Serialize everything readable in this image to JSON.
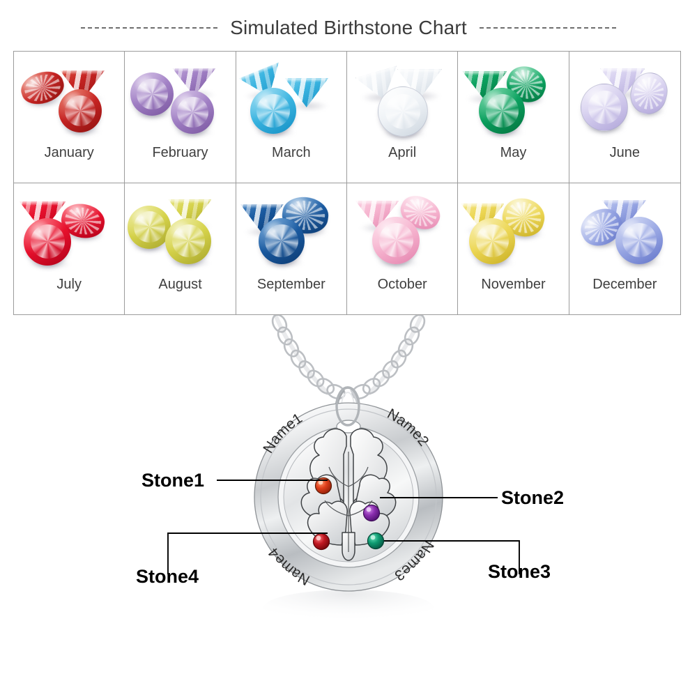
{
  "header": {
    "title": "Simulated Birthstone Chart",
    "rule_left": "dashed-rule-left",
    "rule_right": "dashed-rule-right"
  },
  "chart_data": {
    "type": "table",
    "title": "Simulated Birthstone Chart",
    "columns": 6,
    "rows": 2,
    "categories": [
      "January",
      "February",
      "March",
      "April",
      "May",
      "June",
      "July",
      "August",
      "September",
      "October",
      "November",
      "December"
    ],
    "months": [
      {
        "label": "January",
        "color": "#c52322",
        "color_dark": "#8f1210",
        "color_light": "#e8644d",
        "gems": 3
      },
      {
        "label": "February",
        "color": "#a07fc4",
        "color_dark": "#7a569f",
        "color_light": "#cdb6e3",
        "gems": 3
      },
      {
        "label": "March",
        "color": "#3ab4e0",
        "color_dark": "#148fc4",
        "color_light": "#8fd9f2",
        "gems": 3
      },
      {
        "label": "April",
        "color": "#eef2f6",
        "color_dark": "#cdd6df",
        "color_light": "#ffffff",
        "gems": 3
      },
      {
        "label": "May",
        "color": "#0aa05e",
        "color_dark": "#04723f",
        "color_light": "#5fd39b",
        "gems": 3
      },
      {
        "label": "June",
        "color": "#d4cdee",
        "color_dark": "#b0a5d9",
        "color_light": "#f2effb",
        "gems": 3
      },
      {
        "label": "July",
        "color": "#e6102c",
        "color_dark": "#ae0018",
        "color_light": "#ff5f6f",
        "gems": 3
      },
      {
        "label": "August",
        "color": "#d5d24a",
        "color_dark": "#a8a62c",
        "color_light": "#ecea93",
        "gems": 3
      },
      {
        "label": "September",
        "color": "#19599f",
        "color_dark": "#0c3a71",
        "color_light": "#5b9ad6",
        "gems": 3
      },
      {
        "label": "October",
        "color": "#f6b4cf",
        "color_dark": "#e382ad",
        "color_light": "#fdddea",
        "gems": 3
      },
      {
        "label": "November",
        "color": "#ecd653",
        "color_dark": "#c8ae23",
        "color_light": "#f8eda3",
        "gems": 3
      },
      {
        "label": "December",
        "color": "#9aa8e4",
        "color_dark": "#6274c9",
        "color_light": "#ccd4f3",
        "gems": 3
      }
    ]
  },
  "product": {
    "name": "tree-of-life-birthstone-pendant",
    "engraved_names": [
      "Name1",
      "Name2",
      "Name3",
      "Name4"
    ],
    "callouts": [
      {
        "id": "stone1",
        "label": "Stone1",
        "stone_color": "#e0401c"
      },
      {
        "id": "stone2",
        "label": "Stone2",
        "stone_color": "#8b2fb0"
      },
      {
        "id": "stone3",
        "label": "Stone3",
        "stone_color": "#0e9b71"
      },
      {
        "id": "stone4",
        "label": "Stone4",
        "stone_color": "#c01822"
      }
    ],
    "metal_color": "#d8dadd"
  }
}
